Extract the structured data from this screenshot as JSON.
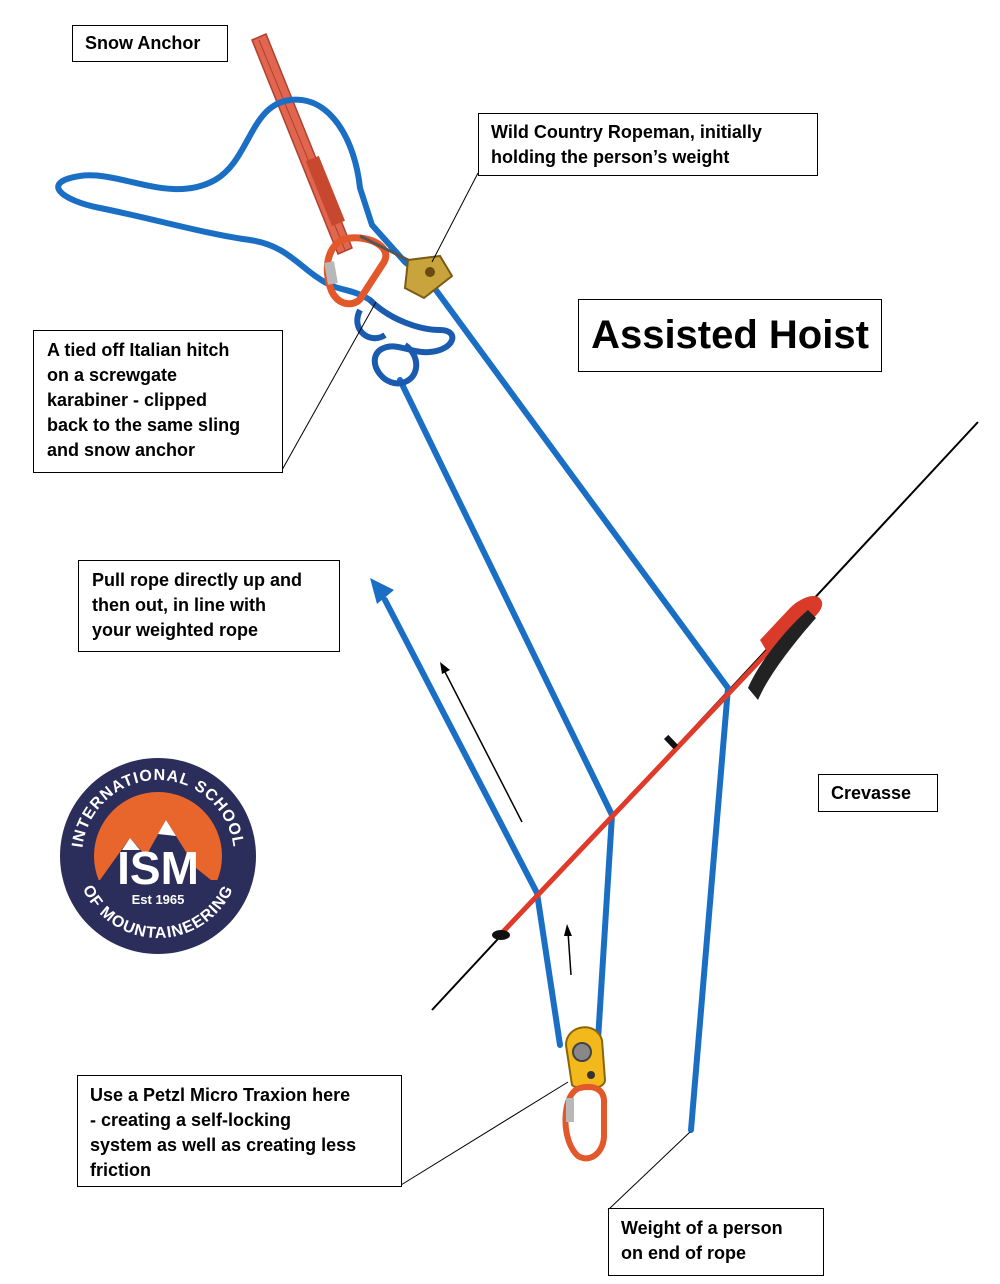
{
  "title": "Assisted Hoist",
  "labels": {
    "snow_anchor": [
      "Snow Anchor"
    ],
    "ropeman": [
      "Wild Country Ropeman, initially",
      "holding the person’s weight"
    ],
    "italian_hitch": [
      "A tied off Italian hitch",
      "on a screwgate",
      "karabiner - clipped",
      "back to the same sling",
      "and snow anchor"
    ],
    "pull_rope": [
      "Pull rope directly up and",
      "then out, in line with",
      "your  weighted rope"
    ],
    "crevasse": [
      "Crevasse"
    ],
    "micro_traxion": [
      "Use a Petzl Micro Traxion here",
      "- creating a self-locking",
      "system as well as creating less",
      "friction"
    ],
    "weight": [
      "Weight of a person",
      "on end of rope"
    ]
  },
  "logo": {
    "ring_text_top": "INTERNATIONAL SCHOOL",
    "ring_text_bottom": "OF MOUNTAINEERING",
    "initials": "ISM",
    "established": "Est 1965"
  },
  "colors": {
    "rope": "#1a6fc4",
    "sling": "#d9533b",
    "axe": "#e03a2a",
    "logo_navy": "#2b2d5a",
    "logo_orange": "#e8662c"
  },
  "icons": [
    "snow-anchor-icon",
    "carabiner-icon",
    "ropeman-device-icon",
    "micro-traxion-pulley-icon",
    "ice-axe-icon"
  ]
}
